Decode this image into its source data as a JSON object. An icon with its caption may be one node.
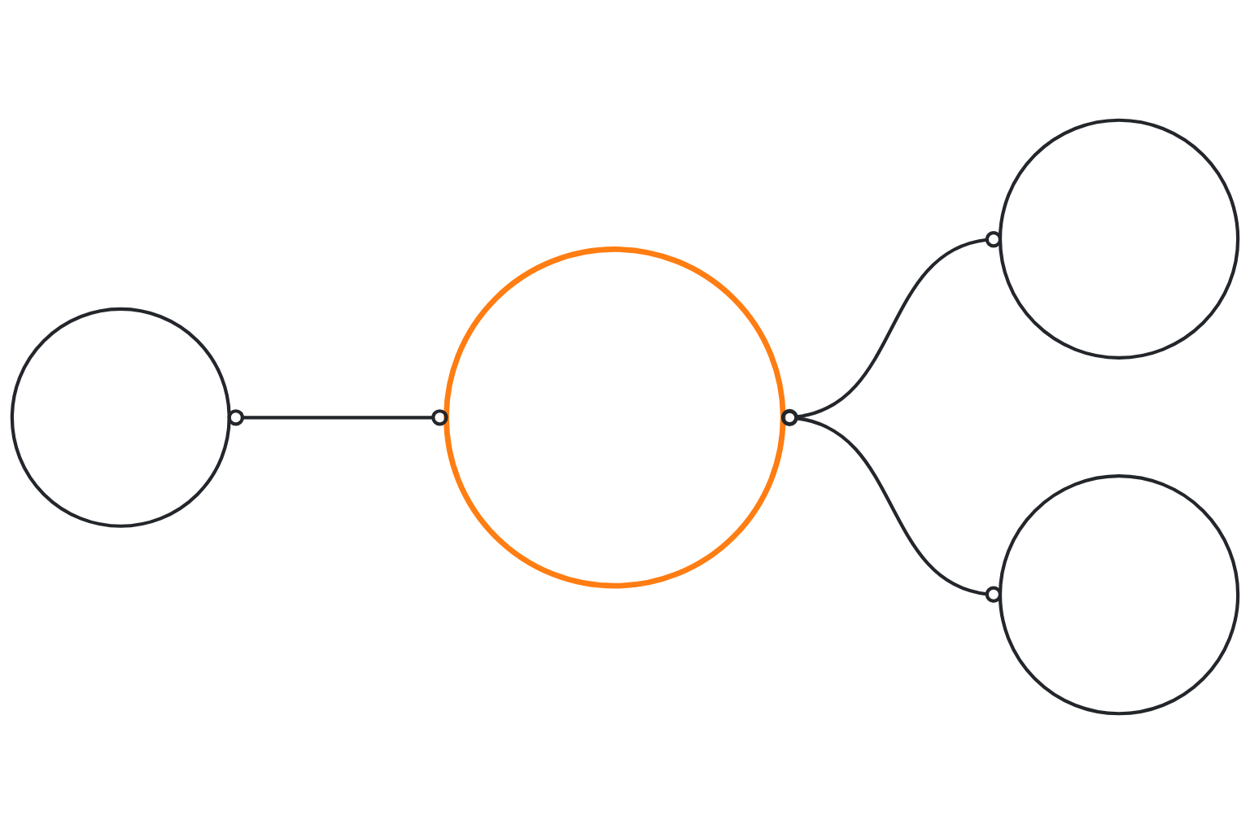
{
  "diagram": {
    "nodes": [
      {
        "text": [],
        "shape": "circle"
      },
      {
        "text": [],
        "shape": "circle"
      },
      {
        "text": [],
        "shape": "circle"
      },
      {
        "text": [],
        "shape": "circle"
      }
    ],
    "edges": [
      {
        "from": 0,
        "to": 1,
        "arrow": "other"
      },
      {
        "from": 1,
        "to": 2,
        "arrow": "other"
      },
      {
        "from": 1,
        "to": 3,
        "arrow": "other"
      }
    ]
  }
}
